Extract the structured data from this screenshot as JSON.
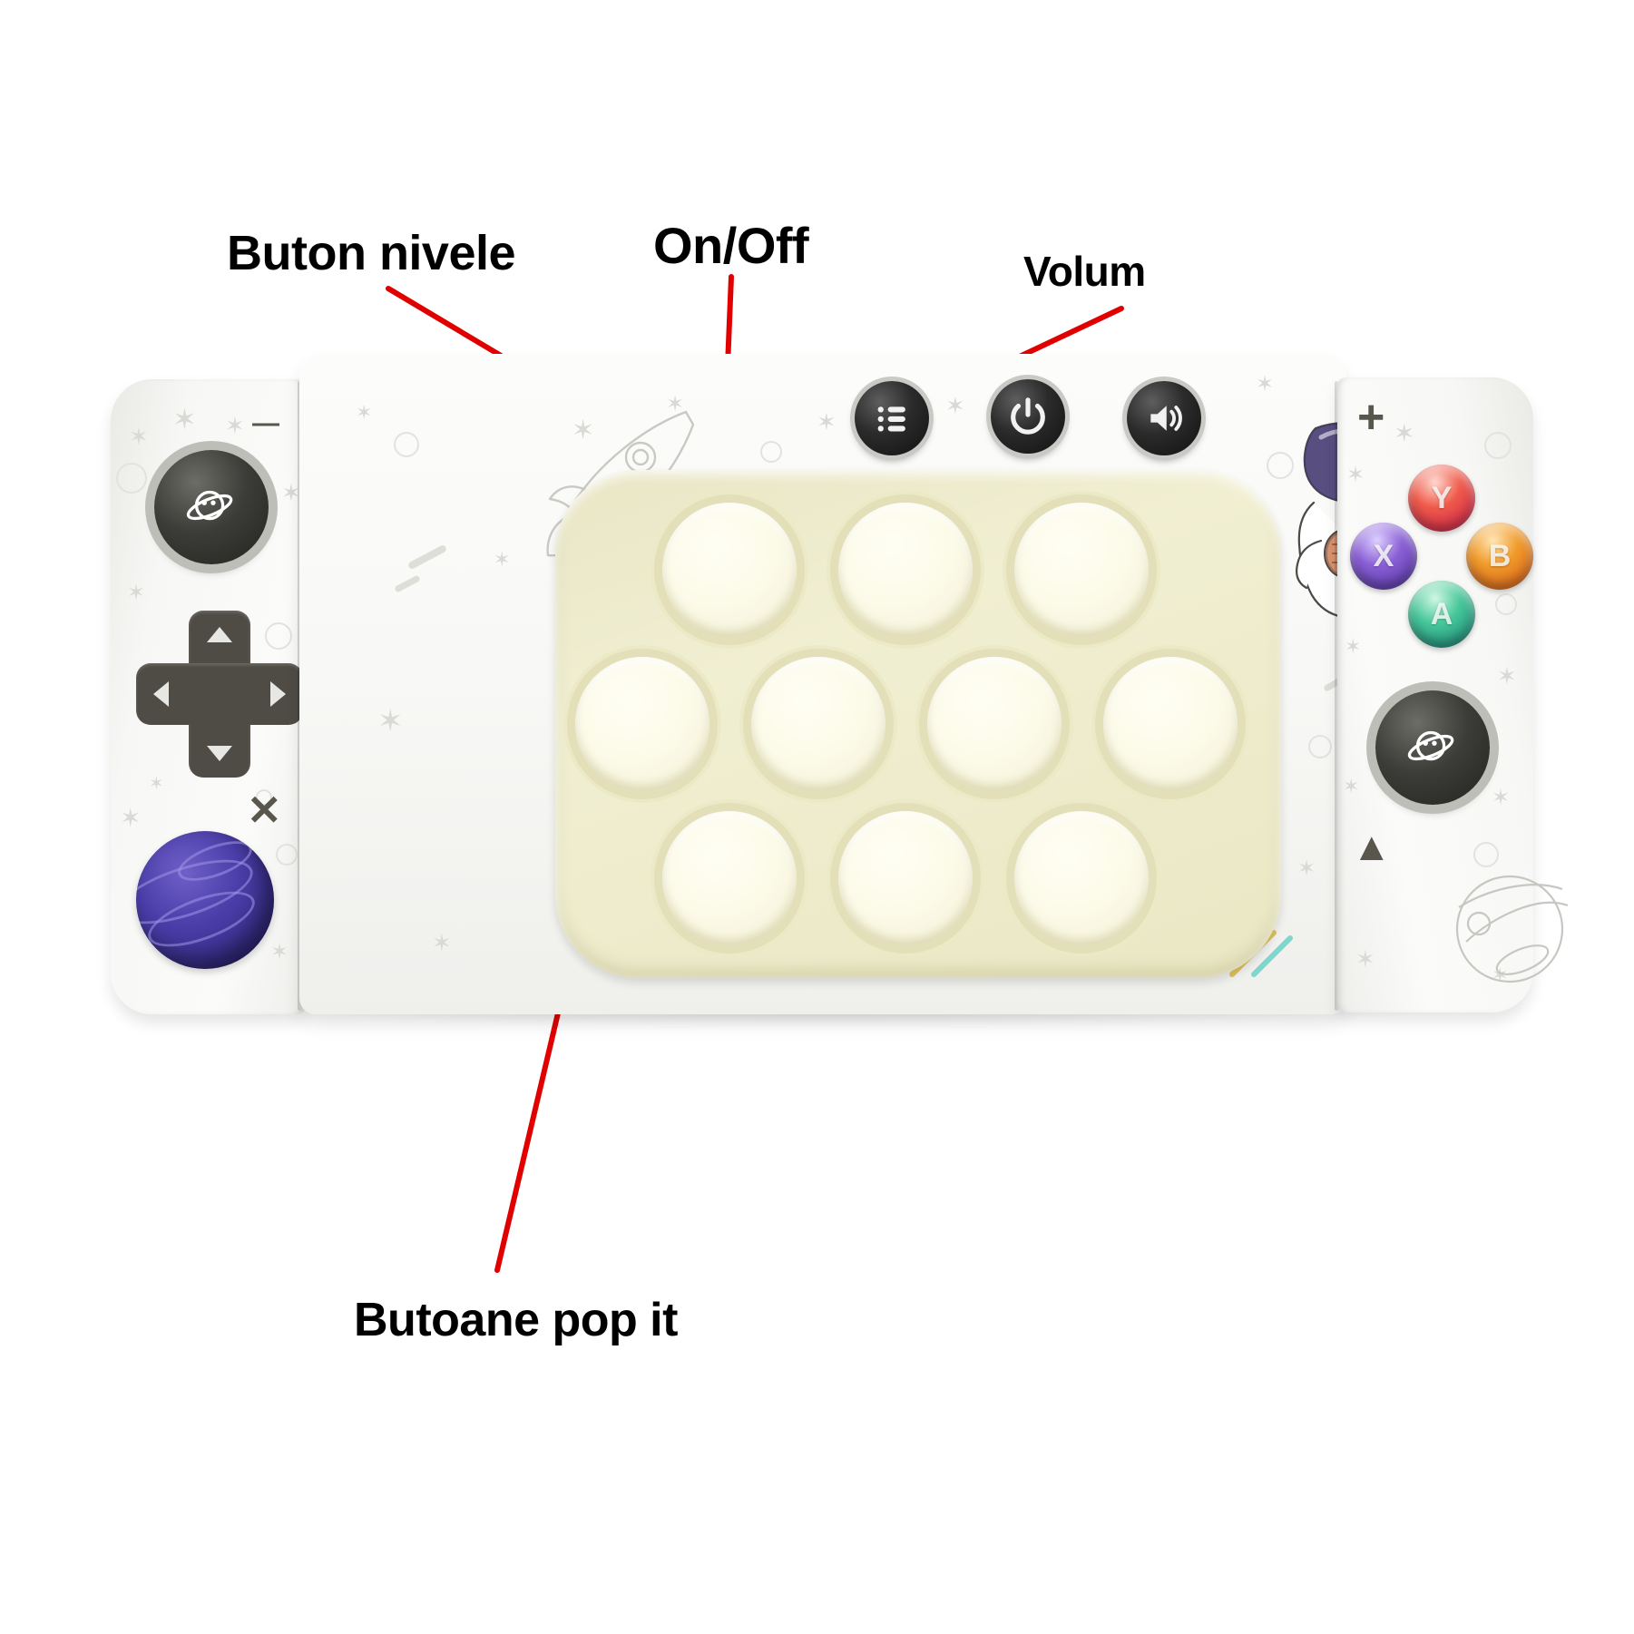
{
  "image": {
    "subject": "handheld pop-it fidget game console",
    "background_color": "#ffffff"
  },
  "annotations": {
    "accent_color": "#e00000",
    "items": [
      {
        "id": "levels",
        "label": "Buton nivele",
        "target": "levels-button"
      },
      {
        "id": "onoff",
        "label": "On/Off",
        "target": "power-button"
      },
      {
        "id": "volume",
        "label": "Volum",
        "target": "volume-button"
      },
      {
        "id": "popit",
        "label": "Butoane pop it",
        "target": "popit-bubble"
      }
    ]
  },
  "device": {
    "shell_color": "#f4f4f2",
    "top_buttons": [
      {
        "id": "levels",
        "icon": "list-icon",
        "color": "#161616"
      },
      {
        "id": "power",
        "icon": "power-icon",
        "color": "#161616"
      },
      {
        "id": "volume",
        "icon": "speaker-icon",
        "color": "#161616"
      }
    ],
    "popit": {
      "panel_color": "#eae7c4",
      "bubble_color": "#fcfbe9",
      "rows": [
        3,
        4,
        3
      ],
      "count": 10
    },
    "left_wing": {
      "joystick_icon": "saturn-icon",
      "dpad_directions": [
        "up",
        "right",
        "down",
        "left"
      ],
      "planet_color": "#4a3da8",
      "minus_label": "—",
      "x_mark": "✕"
    },
    "right_wing": {
      "joystick_icon": "saturn-icon",
      "plus_label": "+",
      "triangle_mark": "▲",
      "face_buttons": [
        {
          "label": "Y",
          "color": "#e0404f"
        },
        {
          "label": "X",
          "color": "#7b4fc8"
        },
        {
          "label": "B",
          "color": "#ef8f28"
        },
        {
          "label": "A",
          "color": "#3ab98f"
        }
      ]
    },
    "decor": {
      "motifs": [
        "rocket",
        "astronaut",
        "stars",
        "planet-outline",
        "rainbow-streak"
      ],
      "star_color": "#d9d9d5"
    }
  }
}
